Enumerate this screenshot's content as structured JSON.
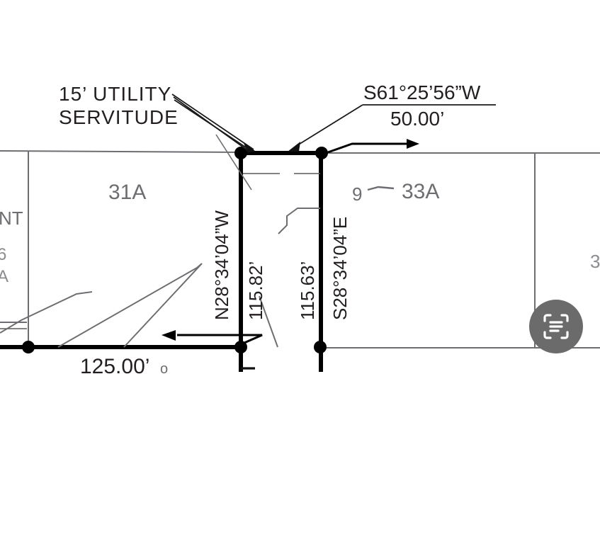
{
  "document": {
    "type": "land-survey-plat",
    "title": "Survey plat excerpt"
  },
  "annotations": {
    "utility_servitude": {
      "line1": "15’ UTILITY",
      "line2": "SERVITUDE"
    },
    "north_boundary": {
      "bearing": "S61°25’56”W",
      "distance": "50.00’"
    },
    "west_line": {
      "bearing": "N28°34’04”W",
      "distance": "115.82’"
    },
    "east_line": {
      "bearing": "S28°34’04”E",
      "distance": "115.63’"
    },
    "south_boundary": {
      "distance": "125.00’",
      "trailing_mark": "o"
    }
  },
  "parcels": {
    "left": "31A",
    "right": "33A",
    "right_prefix": "9",
    "edge_left_top": "NT",
    "edge_left_mid": "6",
    "edge_left_bottom": "A",
    "edge_right": "3"
  },
  "overlay": {
    "scan_button": {
      "icon": "text-scan-icon",
      "color": "#6b6b6b"
    }
  },
  "colors": {
    "ink": "#231f20",
    "light_ink": "#6e6e72",
    "paper": "#ffffff",
    "overlay_gray": "#6b6b6b"
  }
}
